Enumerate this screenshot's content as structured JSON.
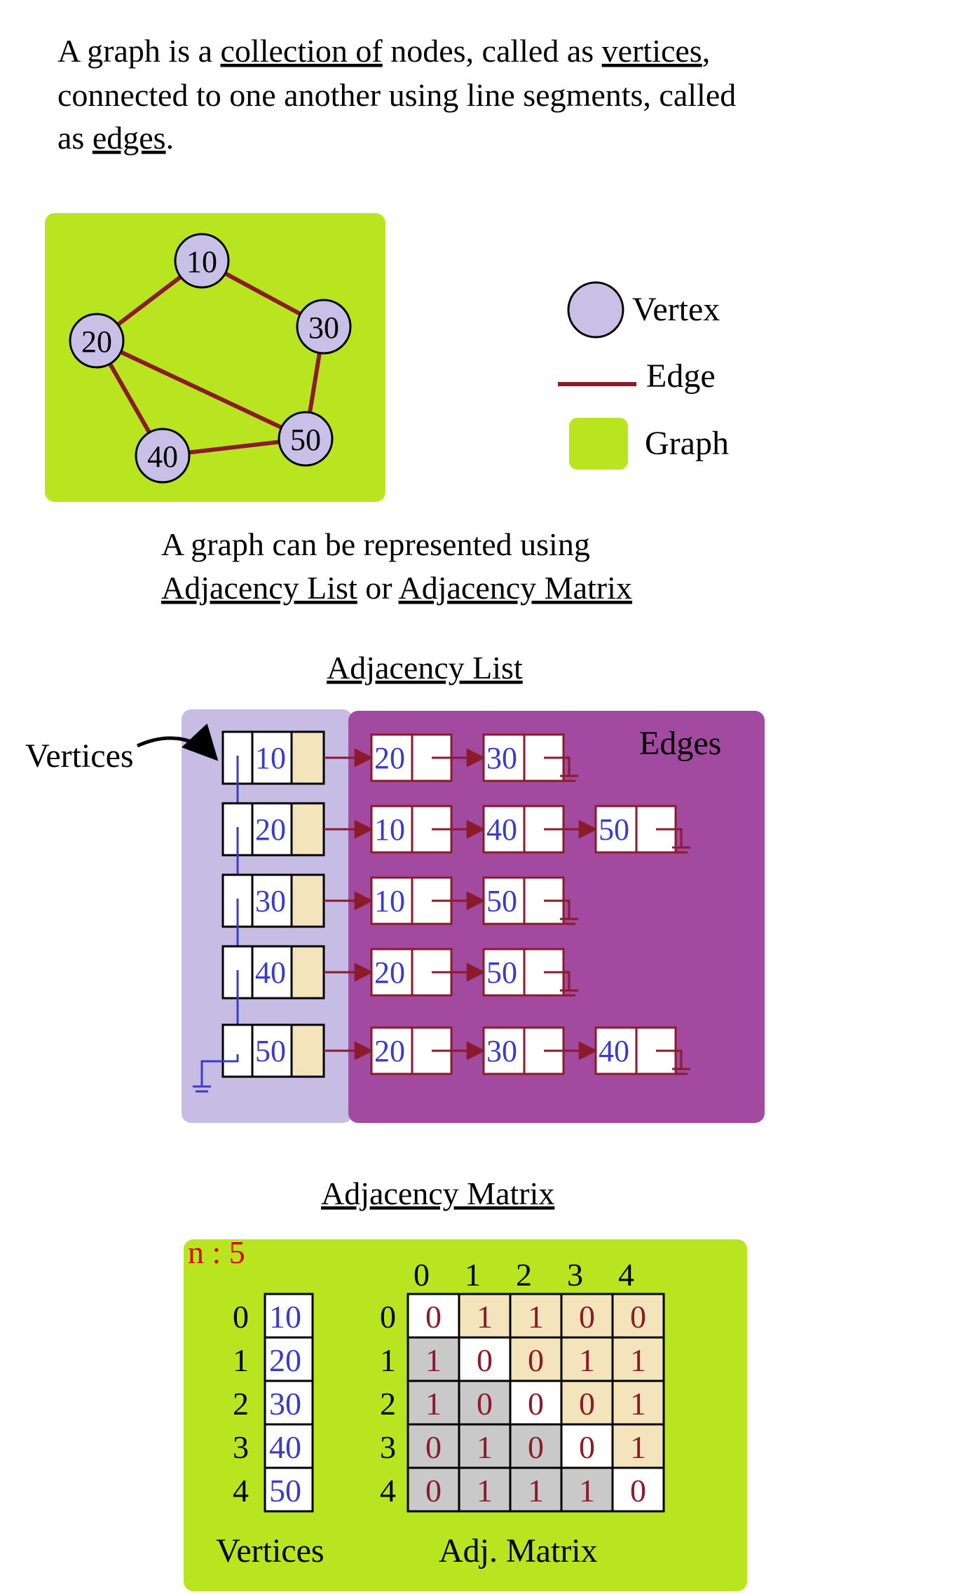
{
  "intro": {
    "line1": [
      "A graph is a ",
      "collection of",
      " nodes, called as ",
      "vertices",
      ","
    ],
    "line2": "connected to one another using line segments, called",
    "line3": [
      "as ",
      "edges",
      "."
    ]
  },
  "graph": {
    "nodes": [
      {
        "id": "10",
        "label": "10"
      },
      {
        "id": "20",
        "label": "20"
      },
      {
        "id": "30",
        "label": "30"
      },
      {
        "id": "40",
        "label": "40"
      },
      {
        "id": "50",
        "label": "50"
      }
    ],
    "edges": [
      [
        "10",
        "20"
      ],
      [
        "10",
        "30"
      ],
      [
        "20",
        "50"
      ],
      [
        "20",
        "40"
      ],
      [
        "40",
        "50"
      ],
      [
        "30",
        "50"
      ]
    ]
  },
  "legend": {
    "vertex": "Vertex",
    "edge": "Edge",
    "graph": "Graph"
  },
  "representation": {
    "line1": "A graph can be represented using",
    "list_link": "Adjacency List",
    "or": " or ",
    "matrix_link": "Adjacency Matrix"
  },
  "adjacency_list": {
    "title": "Adjacency List",
    "vertices_label": "Vertices",
    "edges_label": "Edges",
    "rows": [
      {
        "vertex": "10",
        "neighbors": [
          "20",
          "30"
        ]
      },
      {
        "vertex": "20",
        "neighbors": [
          "10",
          "40",
          "50"
        ]
      },
      {
        "vertex": "30",
        "neighbors": [
          "10",
          "50"
        ]
      },
      {
        "vertex": "40",
        "neighbors": [
          "20",
          "50"
        ]
      },
      {
        "vertex": "50",
        "neighbors": [
          "20",
          "30",
          "40"
        ]
      }
    ]
  },
  "adjacency_matrix": {
    "title": "Adjacency Matrix",
    "n_label": "n : 5",
    "indices": [
      "0",
      "1",
      "2",
      "3",
      "4"
    ],
    "vertices": [
      "10",
      "20",
      "30",
      "40",
      "50"
    ],
    "matrix": [
      [
        "0",
        "1",
        "1",
        "0",
        "0"
      ],
      [
        "1",
        "0",
        "0",
        "1",
        "1"
      ],
      [
        "1",
        "0",
        "0",
        "0",
        "1"
      ],
      [
        "0",
        "1",
        "0",
        "0",
        "1"
      ],
      [
        "0",
        "1",
        "1",
        "1",
        "0"
      ]
    ],
    "vertices_caption": "Vertices",
    "matrix_caption": "Adj. Matrix"
  },
  "colors": {
    "graph_bg": "#b8e51f",
    "vertex_fill": "#c8c0e6",
    "edge": "#8b1a2a",
    "list_vertex_bg": "#c6bce4",
    "list_edge_bg": "#a14aa0",
    "node_text": "#3a3acb",
    "cell_tan": "#f3e4bb",
    "cell_gray": "#c9c9c9",
    "matrix_text": "#8b1a2a",
    "n_label": "#e00000"
  }
}
